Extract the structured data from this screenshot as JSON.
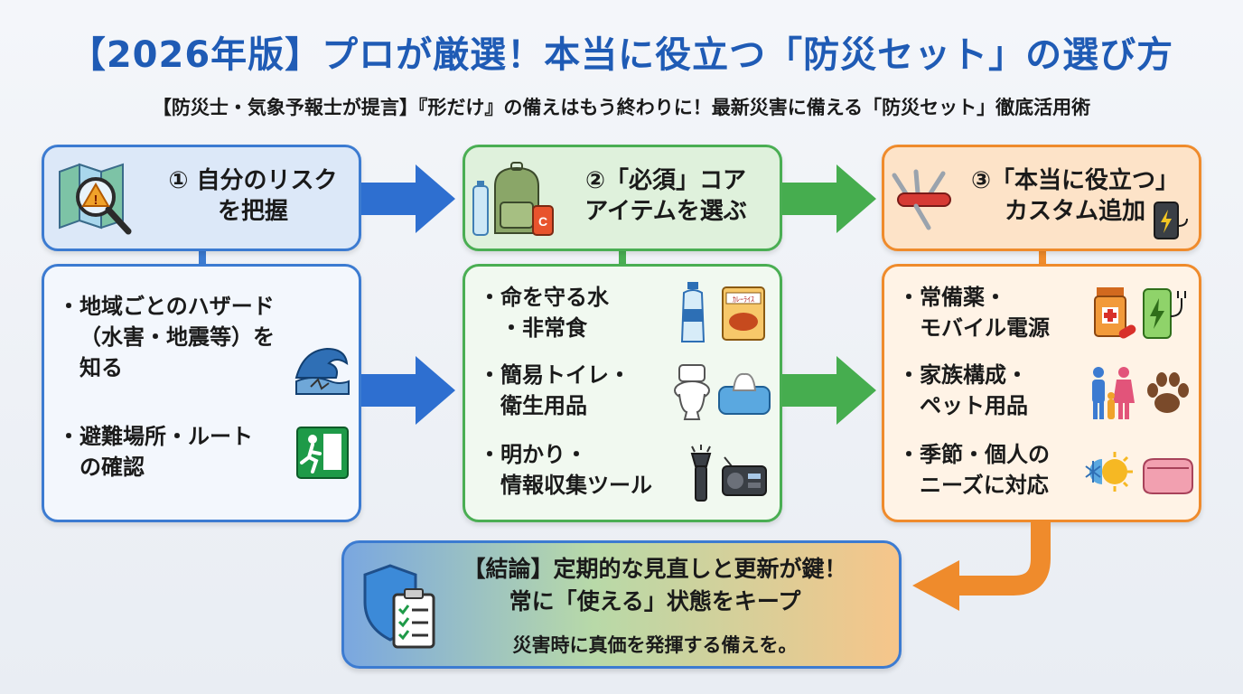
{
  "title": "【2026年版】プロが厳選！本当に役立つ「防災セット」の選び方",
  "subtitle": "【防災士・気象予報士が提言】『形だけ』の備えはもう終わりに！最新災害に備える「防災セット」徹底活用術",
  "steps": [
    {
      "header_line1": "① 自分のリスク",
      "header_line2": "を把握",
      "items": [
        {
          "line1": "・地域ごとのハザード",
          "line2": "（水害・地震等）を",
          "line3": "知る"
        },
        {
          "line1": "・避難場所・ルート",
          "line2": "の確認"
        }
      ],
      "color": "#3c7bd1"
    },
    {
      "header_line1": "②「必須」コア",
      "header_line2": "アイテムを選ぶ",
      "items": [
        {
          "line1": "・命を守る水",
          "line2": "・非常食"
        },
        {
          "line1": "・簡易トイレ・",
          "line2": "衛生用品"
        },
        {
          "line1": "・明かり・",
          "line2": "情報収集ツール"
        }
      ],
      "color": "#4aae53"
    },
    {
      "header_line1": "③「本当に役立つ」",
      "header_line2": "カスタム追加",
      "items": [
        {
          "line1": "・常備薬・",
          "line2": "モバイル電源"
        },
        {
          "line1": "・家族構成・",
          "line2": "ペット用品"
        },
        {
          "line1": "・季節・個人の",
          "line2": "ニーズに対応"
        }
      ],
      "color": "#ef8b2c"
    }
  ],
  "food_pack_label": "ｶﾚｰﾗｲｽ",
  "conclusion": {
    "line1": "【結論】定期的な見直しと更新が鍵！",
    "line2": "常に「使える」状態をキープ",
    "line3": "災害時に真価を発揮する備えを。"
  },
  "icons": [
    "map-icon",
    "warning-icon",
    "magnifier-icon",
    "backpack-icon",
    "water-bottle-icon",
    "can-icon",
    "multitool-icon",
    "power-bank-icon",
    "tsunami-icon",
    "emergency-exit-icon",
    "food-pack-icon",
    "toilet-icon",
    "wet-wipes-icon",
    "flashlight-icon",
    "radio-icon",
    "medicine-icon",
    "battery-icon",
    "family-icon",
    "paw-icon",
    "season-icon",
    "pouch-icon",
    "shield-icon",
    "clipboard-icon"
  ]
}
